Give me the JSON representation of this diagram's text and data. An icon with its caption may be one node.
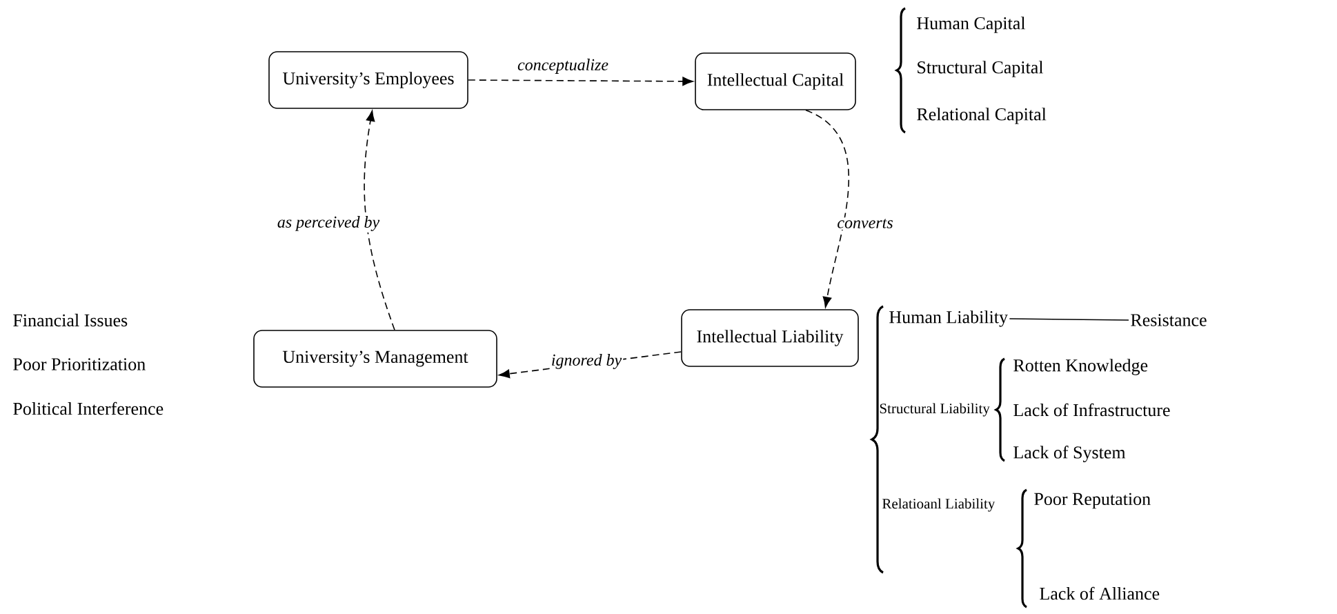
{
  "diagram": {
    "nodes": [
      {
        "text": [
          "University’s Employees"
        ]
      },
      {
        "text": [
          "Intellectual Capital"
        ]
      },
      {
        "text": [
          "Intellectual Liability"
        ]
      },
      {
        "text": [
          "University’s Management"
        ]
      },
      {
        "text": [
          "Human Liability"
        ]
      },
      {
        "text": [
          "Resistance"
        ]
      }
    ],
    "edges": [
      {
        "from": 0,
        "to": 1,
        "arrow": "to",
        "label": "conceptualize",
        "style": "dashed"
      },
      {
        "from": 1,
        "to": 2,
        "arrow": "to",
        "label": "converts",
        "style": "dashed"
      },
      {
        "from": 2,
        "to": 3,
        "arrow": "to",
        "label": "ignored by",
        "style": "dashed"
      },
      {
        "from": 3,
        "to": 0,
        "arrow": "to",
        "label": "as perceived by",
        "style": "dashed"
      },
      {
        "from": 4,
        "to": 5,
        "arrow": "none"
      }
    ],
    "labels": [
      "Human Capital",
      "Structural Capital",
      "Relational Capital",
      "Financial Issues",
      "Poor Prioritization",
      "Political Interference",
      "Structural Liability",
      "Rotten Knowledge",
      "Lack of Infrastructure",
      "Lack of System",
      "Relatioanl Liability",
      "Poor Reputation",
      "Lack of Alliance"
    ]
  }
}
